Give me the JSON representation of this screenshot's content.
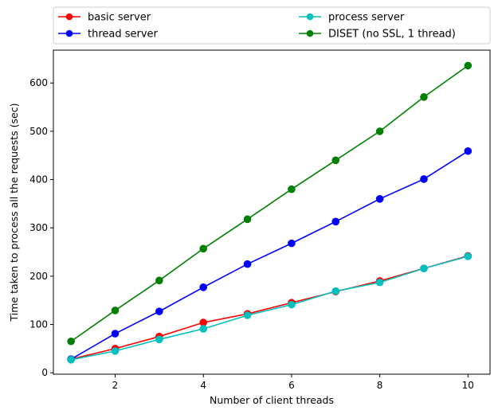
{
  "chart_data": {
    "type": "line",
    "xlabel": "Number of client threads",
    "ylabel": "Time taken to process all the requests (sec)",
    "xlim": [
      0.6,
      10.5
    ],
    "ylim": [
      -3,
      668
    ],
    "x_ticks": [
      2,
      4,
      6,
      8,
      10
    ],
    "y_ticks": [
      0,
      100,
      200,
      300,
      400,
      500,
      600
    ],
    "grid": false,
    "legend_position": "top, above plot, two columns",
    "x": [
      1,
      2,
      3,
      4,
      5,
      6,
      7,
      8,
      9,
      10
    ],
    "series": [
      {
        "name": "basic server",
        "color": "#ff0000",
        "marker": "circle",
        "values": [
          28,
          50,
          75,
          104,
          122,
          145,
          168,
          190,
          216,
          242
        ]
      },
      {
        "name": "thread server",
        "color": "#0000ff",
        "marker": "circle",
        "values": [
          28,
          81,
          127,
          177,
          225,
          268,
          313,
          360,
          401,
          459
        ]
      },
      {
        "name": "process server",
        "color": "#00bfbf",
        "marker": "circle",
        "values": [
          27,
          45,
          69,
          91,
          119,
          141,
          169,
          187,
          216,
          241
        ]
      },
      {
        "name": "DISET (no SSL, 1 thread)",
        "color": "#008000",
        "marker": "circle",
        "values": [
          65,
          129,
          191,
          257,
          318,
          380,
          440,
          500,
          571,
          636
        ]
      }
    ]
  }
}
